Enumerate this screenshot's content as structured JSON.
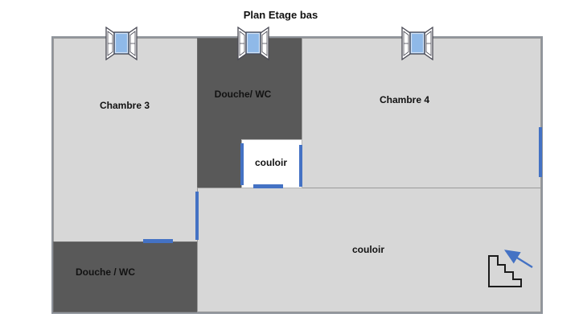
{
  "title": "Plan Etage bas",
  "rooms": {
    "chambre3": {
      "label": "Chambre 3"
    },
    "douche_top": {
      "label": "Douche/ WC"
    },
    "chambre4": {
      "label": "Chambre 4"
    },
    "couloir_small": {
      "label": "couloir"
    },
    "couloir_main": {
      "label": "couloir"
    },
    "douche_bottom": {
      "label": "Douche / WC"
    }
  },
  "colors": {
    "room_dark": "#595959",
    "room_light": "#d7d7d7",
    "room_white": "#ffffff",
    "wall": "#8f949b",
    "door_blue": "#4472c4",
    "window_pane_blue": "#8fb9e8",
    "arrow_blue": "#4472c4",
    "text": "#121212"
  }
}
